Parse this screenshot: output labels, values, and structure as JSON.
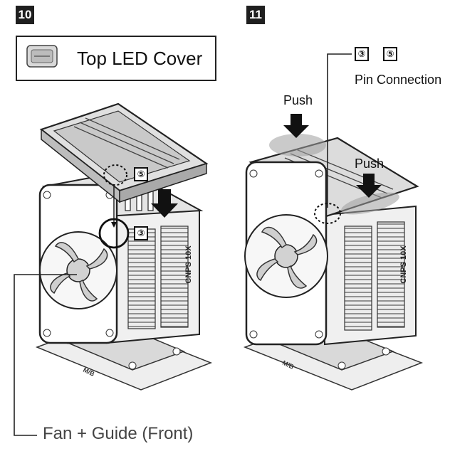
{
  "steps": {
    "left": "10",
    "right": "11"
  },
  "legend": {
    "title": "Top LED Cover"
  },
  "labels": {
    "fan_guide": "Fan + Guide (Front)",
    "push_left": "Push",
    "push_right": "Push",
    "pin_connection": "Pin Connection",
    "brand_print": "CNPS 10X",
    "mb_print": "M/B"
  },
  "pins": {
    "three": "③",
    "five": "⑤"
  },
  "colors": {
    "line": "#222222",
    "metal": "#e9e9e9",
    "shadow": "#b5b5b5",
    "badge": "#1f1f1f"
  },
  "icons": [
    "top-led-cover-icon",
    "down-arrow-icon"
  ]
}
